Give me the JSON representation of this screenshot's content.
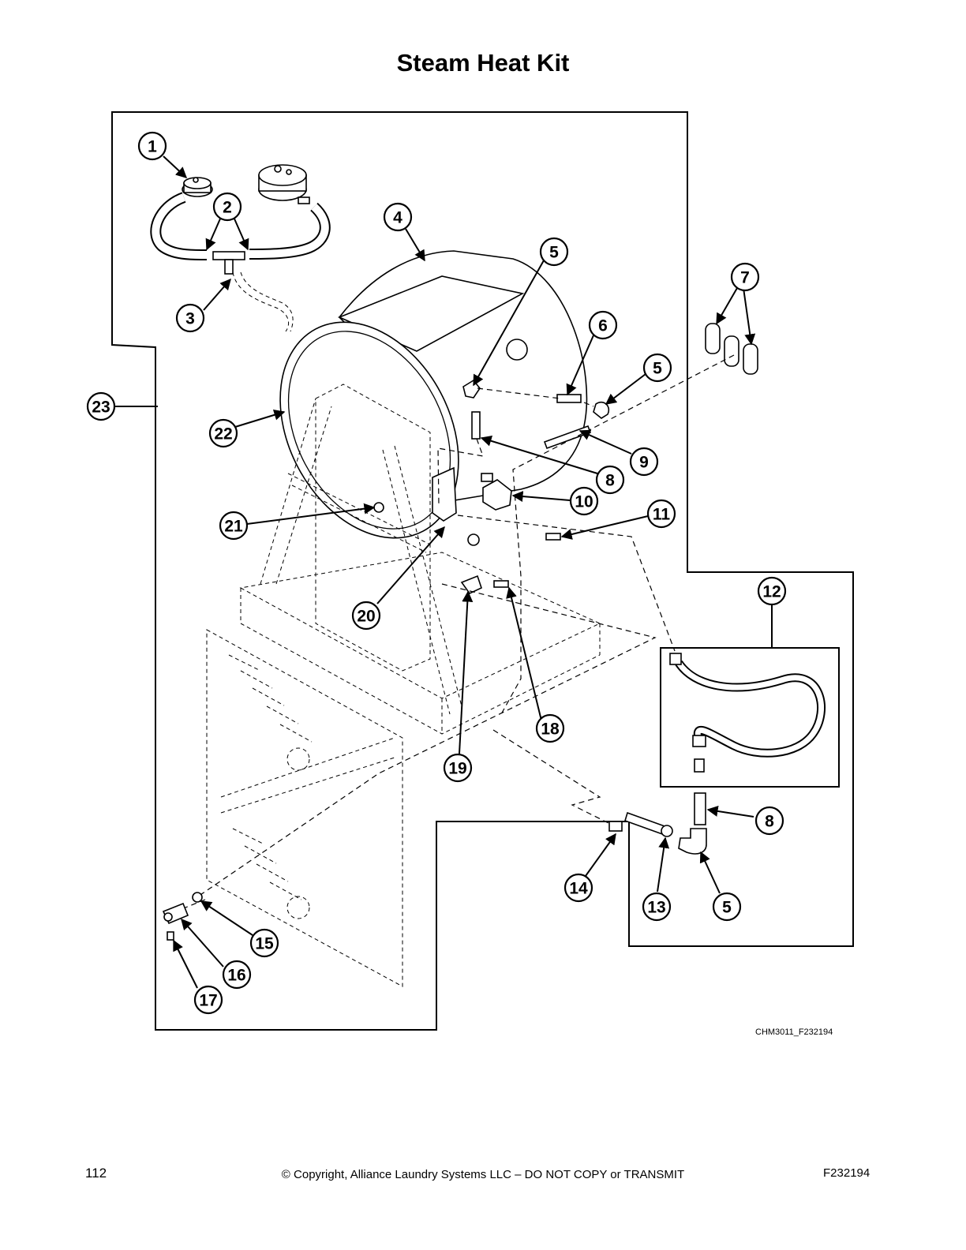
{
  "title": "Steam Heat Kit",
  "figure_id": "CHM3011_F232194",
  "footer": {
    "page_number": "112",
    "copyright": "© Copyright, Alliance Laundry Systems LLC – DO NOT COPY or TRANSMIT",
    "doc_code": "F232194"
  },
  "callouts": [
    {
      "id": "c1",
      "label": "1"
    },
    {
      "id": "c2",
      "label": "2"
    },
    {
      "id": "c3",
      "label": "3"
    },
    {
      "id": "c4",
      "label": "4"
    },
    {
      "id": "c5a",
      "label": "5"
    },
    {
      "id": "c6",
      "label": "6"
    },
    {
      "id": "c5b",
      "label": "5"
    },
    {
      "id": "c7",
      "label": "7"
    },
    {
      "id": "c9",
      "label": "9"
    },
    {
      "id": "c8a",
      "label": "8"
    },
    {
      "id": "c10",
      "label": "10"
    },
    {
      "id": "c11",
      "label": "11"
    },
    {
      "id": "c12",
      "label": "12"
    },
    {
      "id": "c8b",
      "label": "8"
    },
    {
      "id": "c5c",
      "label": "5"
    },
    {
      "id": "c13",
      "label": "13"
    },
    {
      "id": "c14",
      "label": "14"
    },
    {
      "id": "c15",
      "label": "15"
    },
    {
      "id": "c16",
      "label": "16"
    },
    {
      "id": "c17",
      "label": "17"
    },
    {
      "id": "c18",
      "label": "18"
    },
    {
      "id": "c19",
      "label": "19"
    },
    {
      "id": "c20",
      "label": "20"
    },
    {
      "id": "c21",
      "label": "21"
    },
    {
      "id": "c22",
      "label": "22"
    },
    {
      "id": "c23",
      "label": "23"
    }
  ]
}
